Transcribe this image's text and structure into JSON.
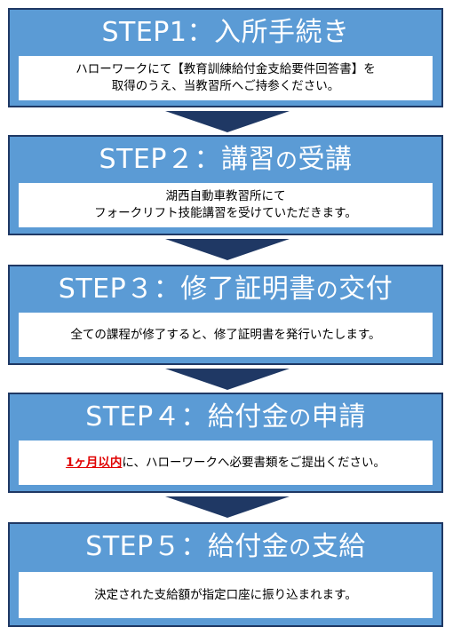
{
  "steps": [
    {
      "title_prefix": "STEP1：",
      "title_main": "入所手続き",
      "title_particle": "",
      "title_tail": "",
      "lines": [
        "ハローワークにて【教育訓練給付金支給要件回答書】を",
        "取得のうえ、当教習所へご持参ください。"
      ]
    },
    {
      "title_prefix": "STEP２：",
      "title_main": "講習",
      "title_particle": "の",
      "title_tail": "受講",
      "lines": [
        "湖西自動車教習所にて",
        "フォークリフト技能講習を受けていただきます。"
      ]
    },
    {
      "title_prefix": "STEP３：",
      "title_main": "修了証明書",
      "title_particle": "の",
      "title_tail": "交付",
      "lines": [
        "全ての課程が修了すると、修了証明書を発行いたします。"
      ]
    },
    {
      "title_prefix": "STEP４：",
      "title_main": "給付金",
      "title_particle": "の",
      "title_tail": "申請",
      "emphasis": "1ヶ月以内",
      "after_emphasis": "に、ハローワークへ必要書類をご提出ください。"
    },
    {
      "title_prefix": "STEP５：",
      "title_main": "給付金",
      "title_particle": "の",
      "title_tail": "支給",
      "lines": [
        "決定された支給額が指定口座に振り込まれます。"
      ]
    }
  ],
  "colors": {
    "box_fill": "#5b9bd5",
    "box_border": "#1f3864",
    "arrow": "#1f3864",
    "emphasis": "#e00000"
  }
}
